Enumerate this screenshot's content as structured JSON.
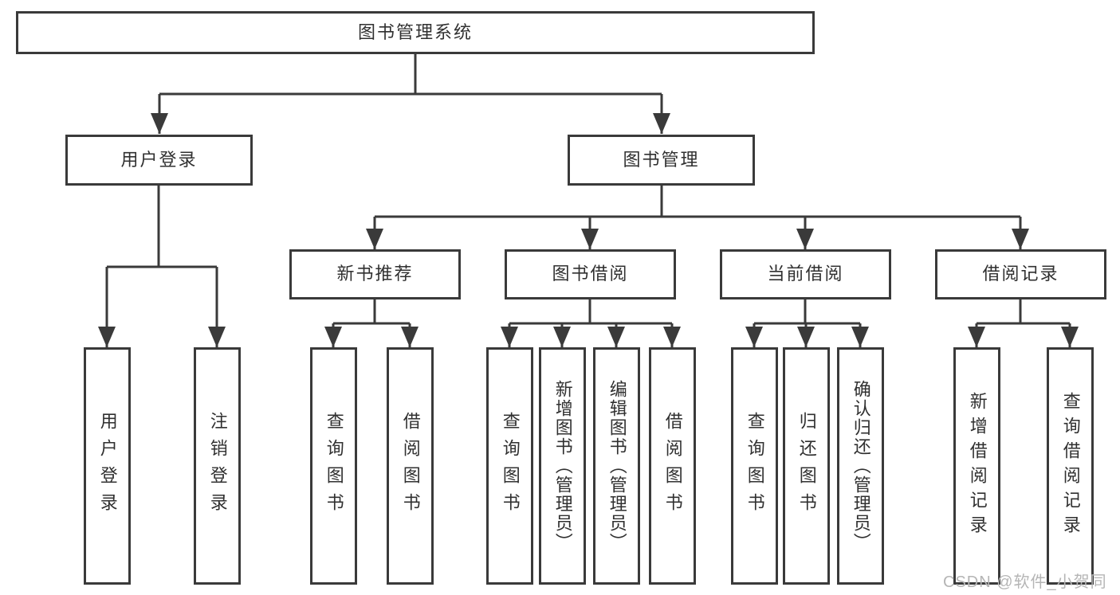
{
  "nodes": {
    "root": {
      "label": "图书管理系统"
    },
    "user_login": {
      "label": "用户登录"
    },
    "book_management": {
      "label": "图书管理"
    },
    "new_book_recommend": {
      "label": "新书推荐"
    },
    "book_borrowing": {
      "label": "图书借阅"
    },
    "current_borrowing": {
      "label": "当前借阅"
    },
    "borrowing_records": {
      "label": "借阅记录"
    },
    "leaf_user_login": {
      "label": "用户登录"
    },
    "leaf_logout": {
      "label": "注销登录"
    },
    "leaf_nbr_query_books": {
      "label": "查询图书"
    },
    "leaf_nbr_borrow_books": {
      "label": "借阅图书"
    },
    "leaf_bb_query_books": {
      "label": "查询图书"
    },
    "leaf_bb_add_books": {
      "label": "新增图书（管理员）"
    },
    "leaf_bb_edit_books": {
      "label": "编辑图书（管理员）"
    },
    "leaf_bb_borrow_books": {
      "label": "借阅图书"
    },
    "leaf_cb_query_books": {
      "label": "查询图书"
    },
    "leaf_cb_return_books": {
      "label": "归还图书"
    },
    "leaf_cb_confirm_return": {
      "label": "确认归还（管理员）"
    },
    "leaf_br_add_record": {
      "label": "新增借阅记录"
    },
    "leaf_br_query_record": {
      "label": "查询借阅记录"
    }
  },
  "watermark": "CSDN @软件_小贺同学",
  "colors": {
    "line": "#3a3a3a",
    "text": "#303030",
    "watermark": "#b5b5b5",
    "background": "#ffffff"
  }
}
